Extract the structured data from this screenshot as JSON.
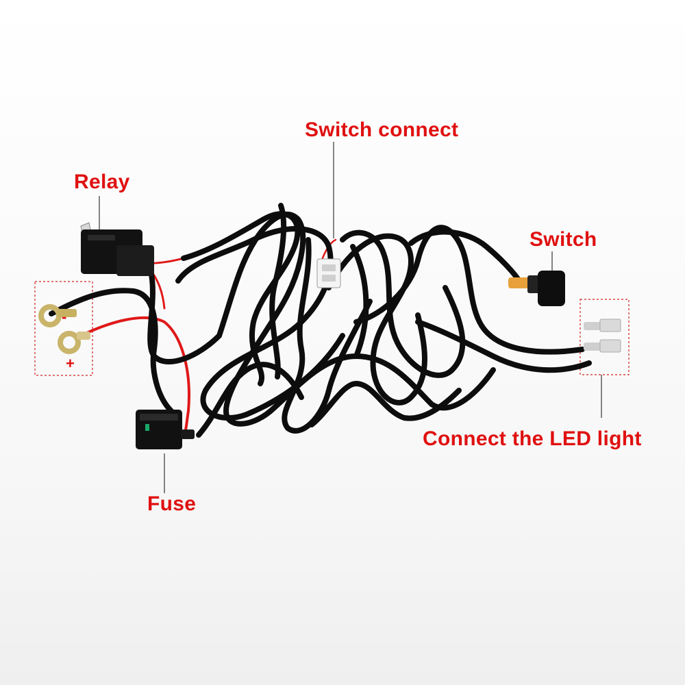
{
  "labels": {
    "relay": "Relay",
    "switch_connect": "Switch connect",
    "switch": "Switch",
    "fuse": "Fuse",
    "connect_led": "Connect the LED light",
    "minus": "-",
    "plus": "+"
  },
  "colors": {
    "label": "#e01010",
    "wire": "#0d0d0d",
    "red_wire": "#e01818",
    "terminal": "#c9b46a",
    "background": "#ffffff"
  }
}
